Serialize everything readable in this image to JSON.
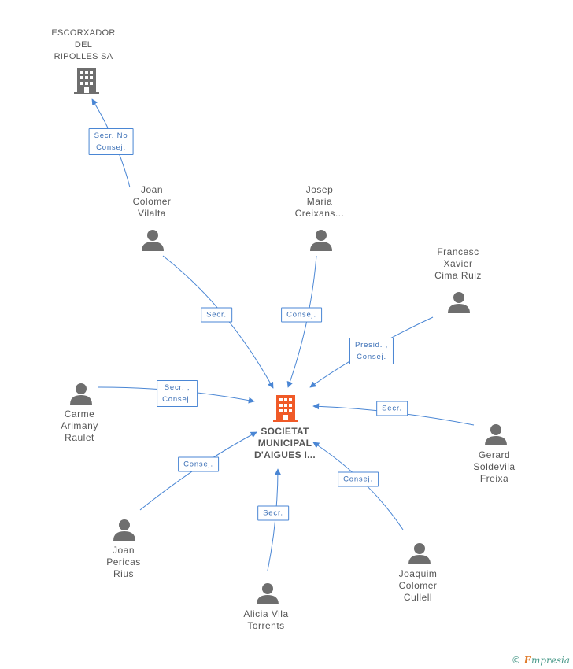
{
  "center": {
    "label": "SOCIETAT\nMUNICIPAL\nD'AIGUES I..."
  },
  "top_company": {
    "label": "ESCORXADOR\nDEL\nRIPOLLES SA"
  },
  "people": [
    {
      "id": "joan-colomer",
      "label": "Joan\nColomer\nVilalta"
    },
    {
      "id": "josep-maria",
      "label": "Josep\nMaria\nCreixans..."
    },
    {
      "id": "francesc-xavier",
      "label": "Francesc\nXavier\nCima Ruiz"
    },
    {
      "id": "carme-arimany",
      "label": "Carme\nArimany\nRaulet"
    },
    {
      "id": "gerard-soldevila",
      "label": "Gerard\nSoldevila\nFreixa"
    },
    {
      "id": "joan-pericas",
      "label": "Joan\nPericas\nRius"
    },
    {
      "id": "joaquim-colomer",
      "label": "Joaquim\nColomer\nCullell"
    },
    {
      "id": "alicia-vila",
      "label": "Alicia Vila\nTorrents"
    }
  ],
  "edges": [
    {
      "id": "e-top",
      "label": "Secr.  No\nConsej."
    },
    {
      "id": "e-joan-colomer",
      "label": "Secr."
    },
    {
      "id": "e-josep-maria",
      "label": "Consej."
    },
    {
      "id": "e-francesc",
      "label": "Presid. ,\nConsej."
    },
    {
      "id": "e-carme",
      "label": "Secr. ,\nConsej."
    },
    {
      "id": "e-gerard",
      "label": "Secr."
    },
    {
      "id": "e-joan-pericas",
      "label": "Consej."
    },
    {
      "id": "e-joaquim",
      "label": "Consej."
    },
    {
      "id": "e-alicia",
      "label": "Secr."
    }
  ],
  "footer": {
    "copyright": "©",
    "brand_initial": "E",
    "brand_rest": "mpresia"
  },
  "colors": {
    "edge": "#4a86d4",
    "center_icon": "#f05a28",
    "node_icon": "#6e6e6e",
    "label_text": "#555555"
  },
  "icons": {
    "company": "building-icon",
    "person": "person-icon"
  }
}
